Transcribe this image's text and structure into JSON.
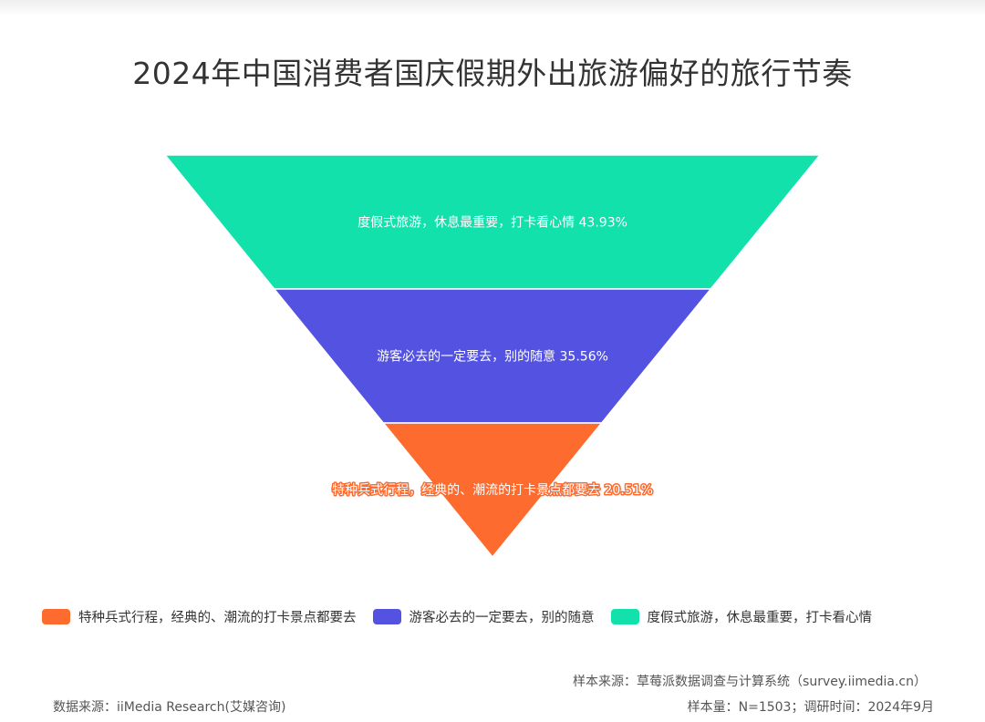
{
  "chart_data": {
    "type": "funnel",
    "title": "2024年中国消费者国庆假期外出旅游偏好的旅行节奏",
    "unit": "%",
    "segments": [
      {
        "name": "度假式旅游，休息最重要，打卡看心情",
        "value": 43.93,
        "color": "#12e1ac"
      },
      {
        "name": "游客必去的一定要去，别的随意",
        "value": 35.56,
        "color": "#5452e0"
      },
      {
        "name": "特种兵式行程，经典的、潮流的打卡景点都要去",
        "value": 20.51,
        "color": "#fd6b2f"
      }
    ],
    "legend": {
      "position": "bottom-left",
      "items": [
        {
          "name": "特种兵式行程，经典的、潮流的打卡景点都要去",
          "color": "#fd6b2f"
        },
        {
          "name": "游客必去的一定要去，别的随意",
          "color": "#5452e0"
        },
        {
          "name": "度假式旅游，休息最重要，打卡看心情",
          "color": "#12e1ac"
        }
      ]
    }
  },
  "footer": {
    "sample_source": "样本来源：草莓派数据调查与计算系统（survey.iimedia.cn）",
    "data_source": "数据来源：iiMedia Research(艾媒咨询)",
    "sample_size": "样本量：N=1503；调研时间：2024年9月"
  }
}
